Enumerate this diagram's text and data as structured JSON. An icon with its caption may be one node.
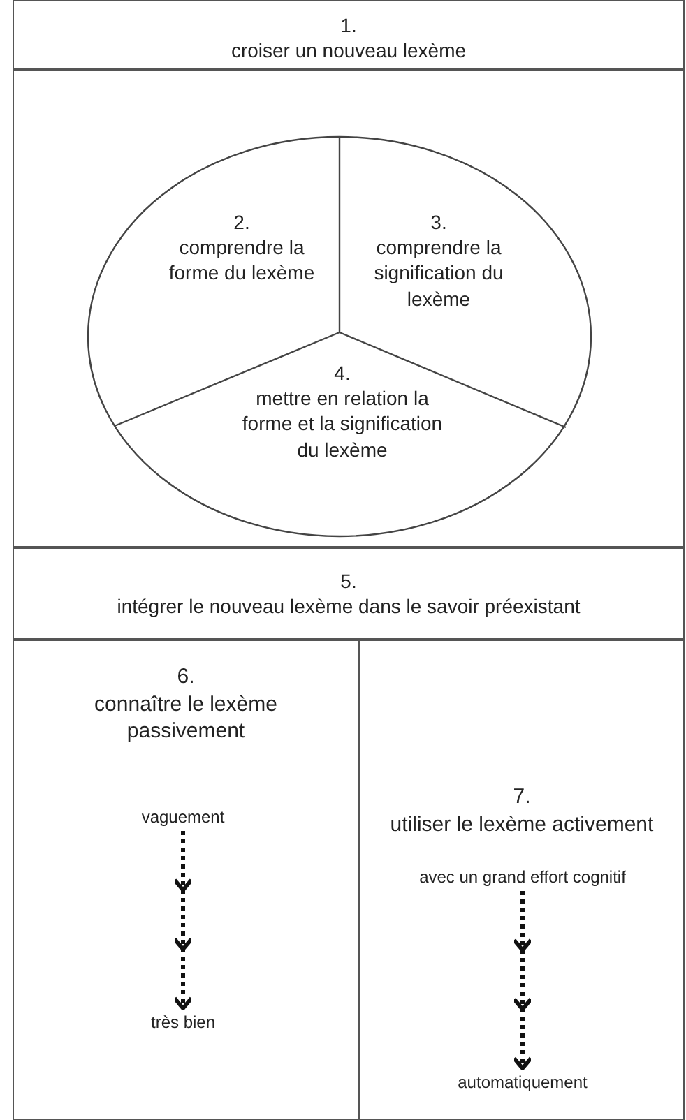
{
  "diagram": {
    "nodes": [
      {
        "text": [
          "1.",
          "croiser un nouveau lexème"
        ]
      },
      {
        "text": [],
        "shape": "circle"
      },
      {
        "text": [
          "2.",
          "comprendre la forme du lexème"
        ],
        "in": 1
      },
      {
        "text": [
          "3.",
          "comprendre la signification du lexème"
        ],
        "in": 1
      },
      {
        "text": [
          "4.",
          "mettre en relation la forme et la signification du lexème"
        ],
        "in": 1
      },
      {
        "text": [
          "5.",
          "intégrer le nouveau lexème dans le savoir préexistant"
        ]
      },
      {
        "text": [
          "6.",
          "connaître le lexème passivement"
        ]
      },
      {
        "text": [
          "vaguement"
        ],
        "in": 6
      },
      {
        "text": [
          "très bien"
        ],
        "in": 6
      },
      {
        "text": [
          "7.",
          "utiliser le lexème activement"
        ]
      },
      {
        "text": [
          "avec un grand effort cognitif"
        ],
        "in": 9
      },
      {
        "text": [
          "automatiquement"
        ],
        "in": 9
      }
    ],
    "edges": [
      {
        "from": 7,
        "to": 8,
        "arrow": "to",
        "style": "dashed"
      },
      {
        "from": 10,
        "to": 11,
        "arrow": "to",
        "style": "dashed"
      }
    ]
  }
}
